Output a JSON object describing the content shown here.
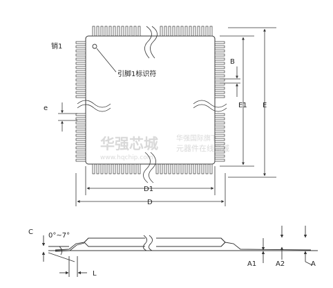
{
  "labels": {
    "pin1": "销1",
    "pin1_mark": "引脚1标识符",
    "B": "B",
    "e": "e",
    "E1": "E1",
    "E": "E",
    "D1": "D1",
    "D": "D",
    "C": "C",
    "angle": "0°~7°",
    "L": "L",
    "A1": "A1",
    "A2": "A2",
    "A": "A"
  },
  "watermark": {
    "brand": "华强芯城",
    "url": "www.hqchip.com",
    "line1": "华强国际旗下",
    "line2": "元器件在线商城"
  },
  "colors": {
    "line": "#333333",
    "pin_fill": "#ffffff",
    "watermark": "#d9d9d9"
  }
}
